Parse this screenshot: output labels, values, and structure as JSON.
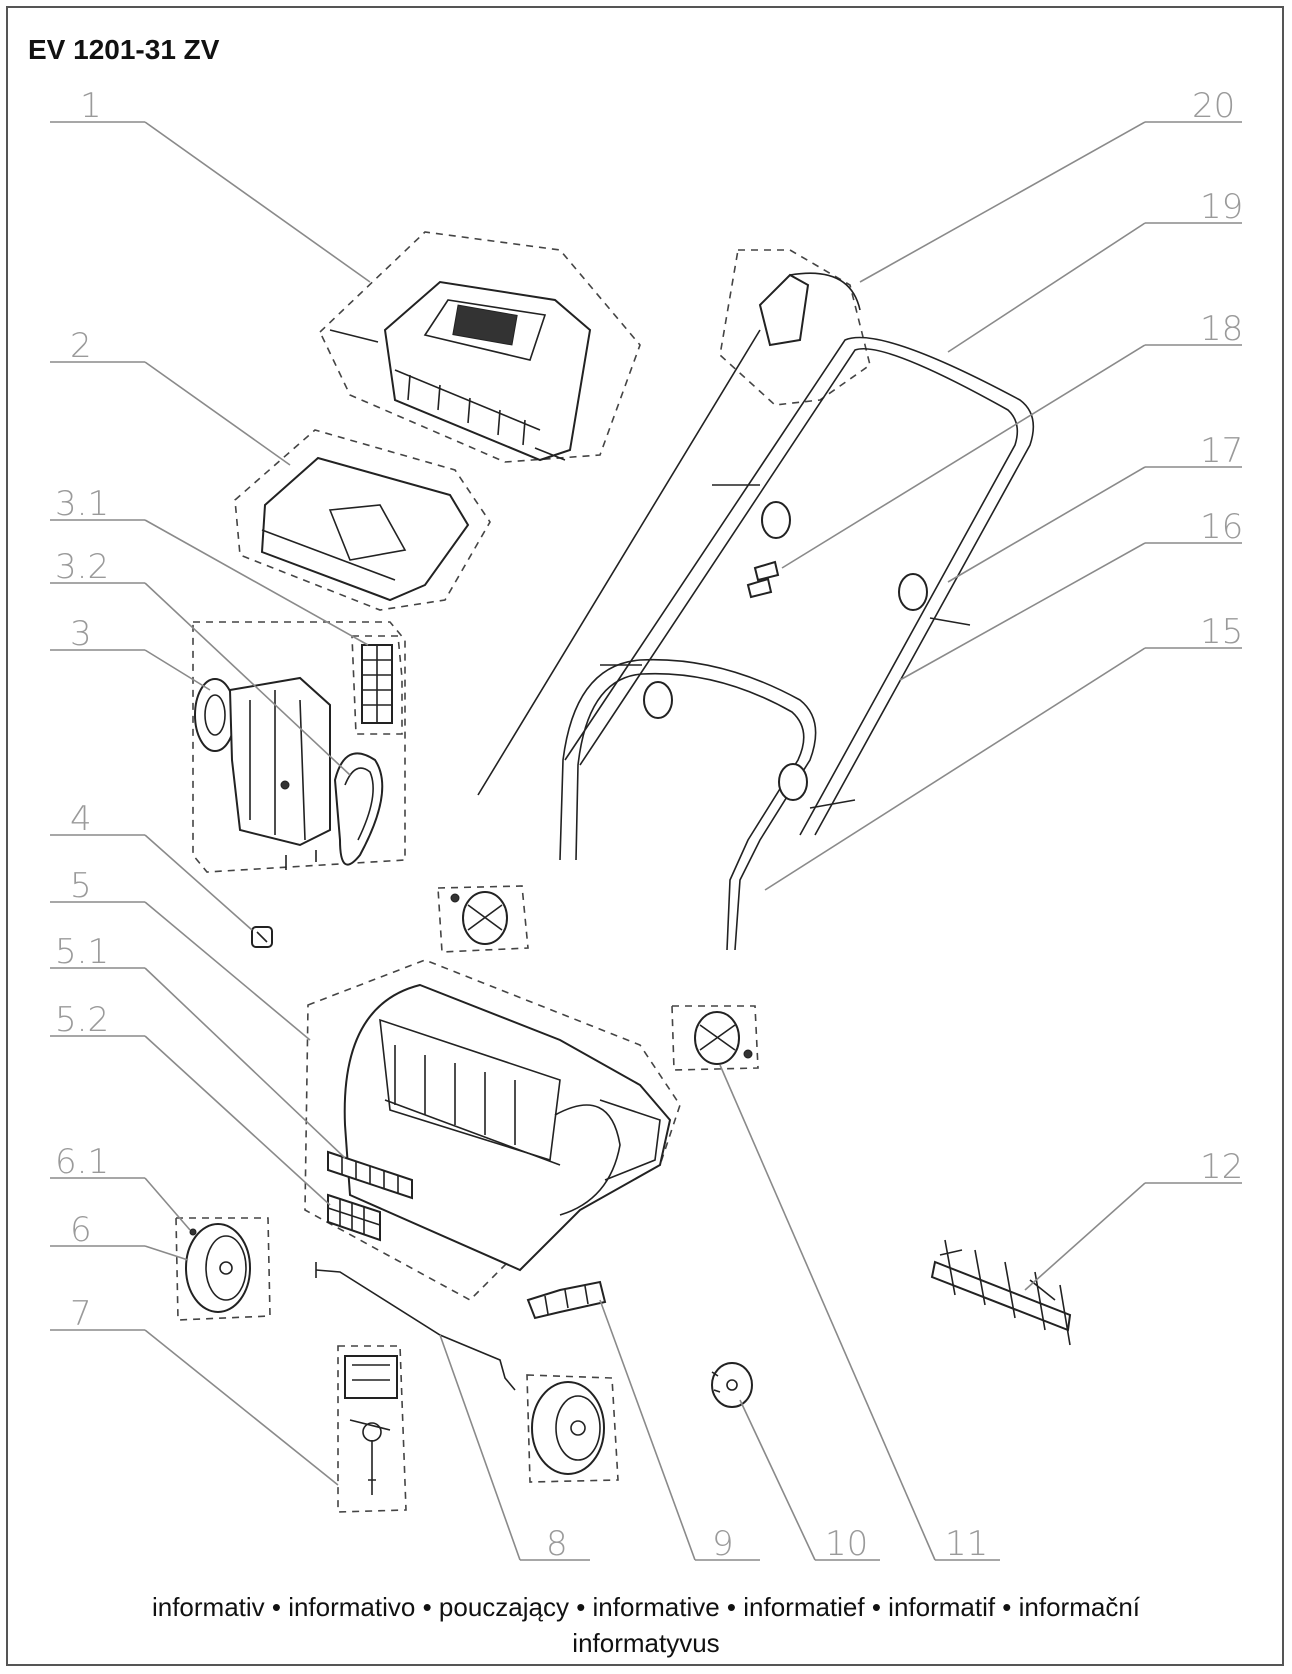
{
  "title": "EV 1201-31 ZV",
  "callouts": [
    "1",
    "2",
    "3.1",
    "3.2",
    "3",
    "4",
    "5",
    "5.1",
    "5.2",
    "6.1",
    "6",
    "7",
    "8",
    "9",
    "10",
    "11",
    "12",
    "15",
    "16",
    "17",
    "18",
    "19",
    "20"
  ],
  "footer": {
    "line1": "informativ • informativo • pouczający • informative • informatief • informatif • informační",
    "line2": "informatyvus"
  }
}
